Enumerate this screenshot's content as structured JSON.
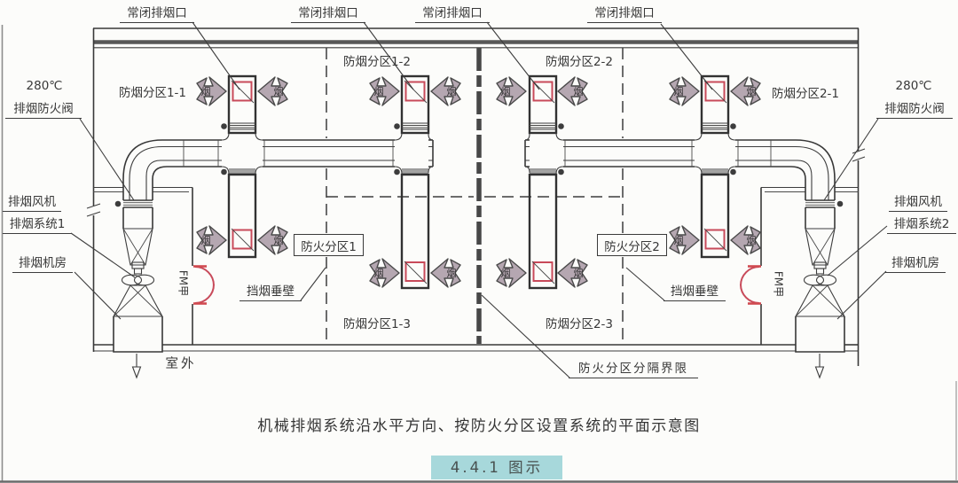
{
  "colors": {
    "line": "#3d3d3d",
    "accent_red": "#c84a5a",
    "arrow_fill": "#b5a7b1",
    "tag_background": "#a7d8db",
    "wall_band": "#585858"
  },
  "top_vent_labels": [
    "常闭排烟口",
    "常闭排烟口",
    "常闭排烟口",
    "常闭排烟口"
  ],
  "left_system": {
    "damper_temp": "280℃",
    "damper_name": "排烟防火阀",
    "fan": "排烟风机",
    "system": "排烟系统1",
    "room": "排烟机房",
    "door": "FM甲",
    "outdoor": "室外"
  },
  "right_system": {
    "damper_temp": "280℃",
    "damper_name": "排烟防火阀",
    "fan": "排烟风机",
    "system": "排烟系统2",
    "room": "排烟机房",
    "door": "FM甲"
  },
  "smoke_zones": {
    "z11": "防烟分区1-1",
    "z12": "防烟分区1-2",
    "z22": "防烟分区2-2",
    "z21": "防烟分区2-1",
    "z13": "防烟分区1-3",
    "z23": "防烟分区2-3"
  },
  "fire_zones": {
    "zone1": "防火分区1",
    "zone2": "防火分区2",
    "boundary_label": "防火分区分隔界限"
  },
  "curtain_label": "挡烟垂壁",
  "smoke_glyph": "烟",
  "caption": "机械排烟系统沿水平方向、按防火分区设置系统的平面示意图",
  "figure_tag": "4.4.1 图示"
}
